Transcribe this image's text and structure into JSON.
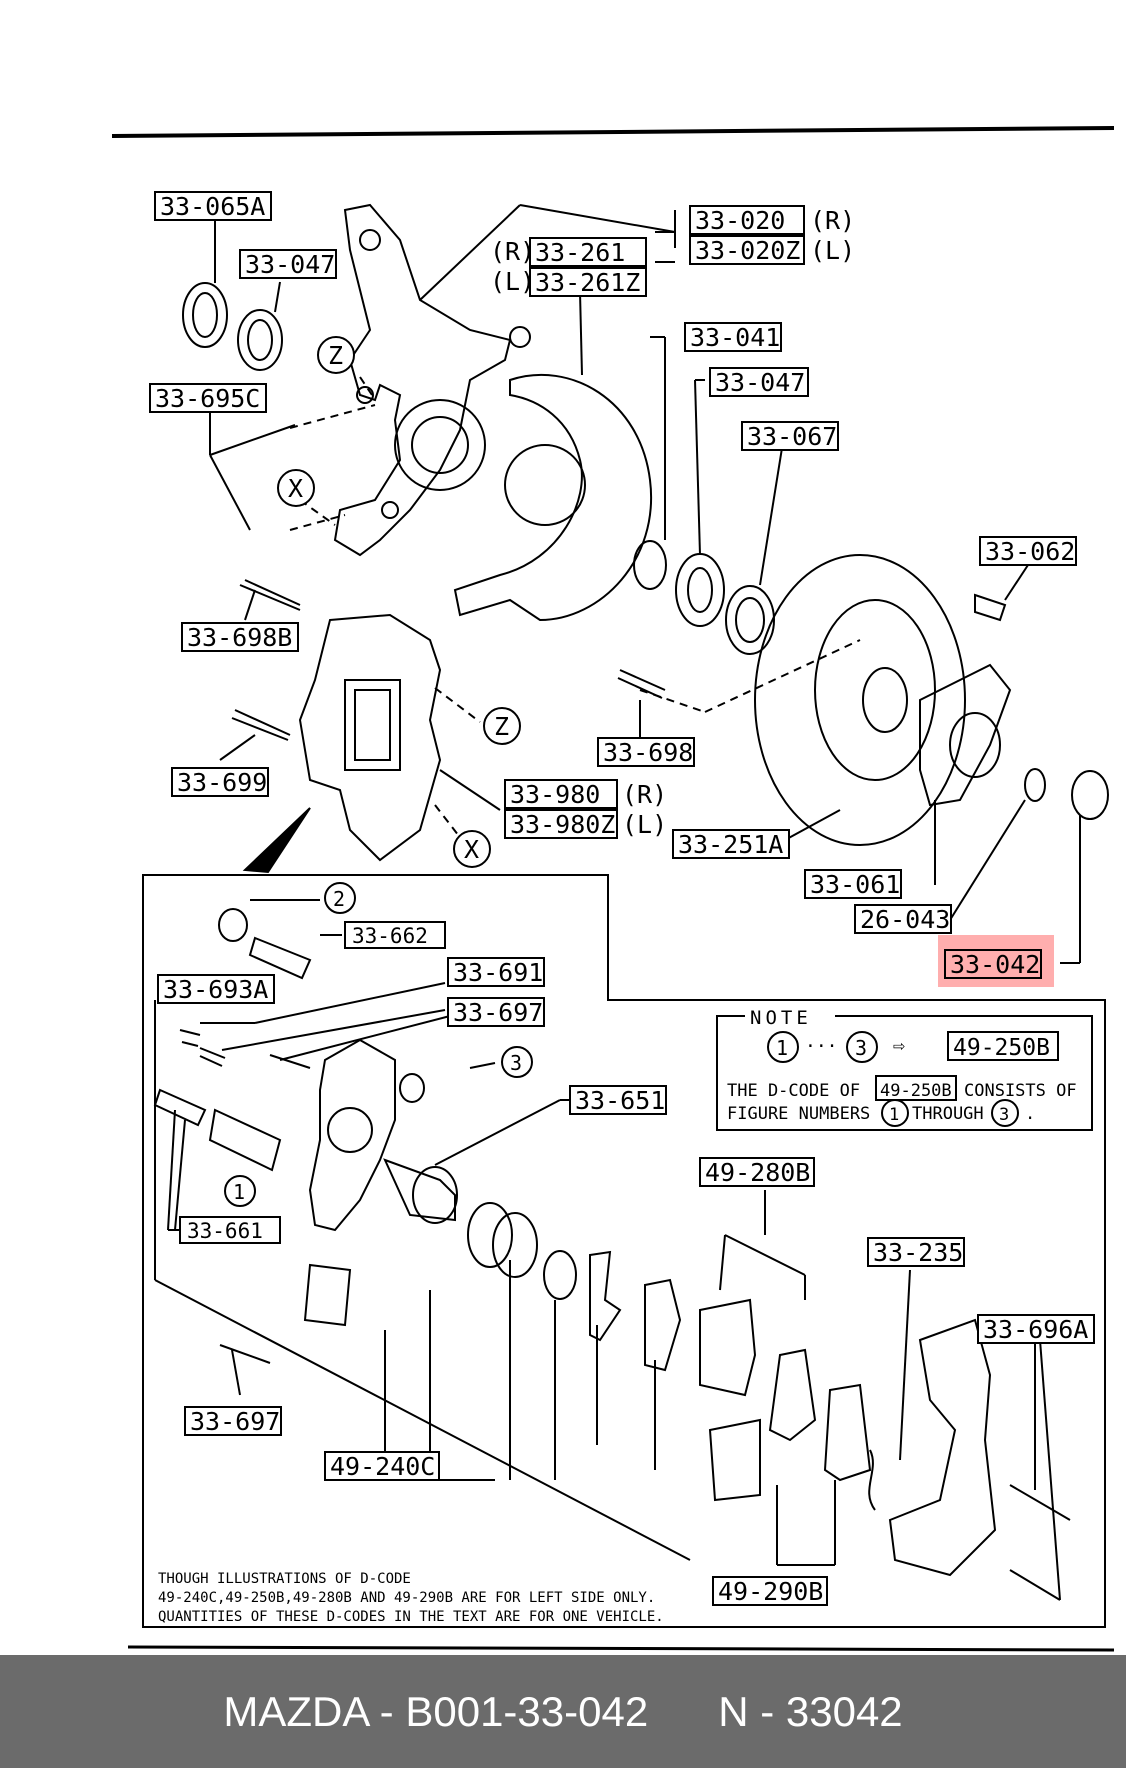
{
  "labels": {
    "p33_065A": "33-065A",
    "p33_047a": "33-047",
    "p33_020": "33-020",
    "r1": "(R)",
    "p33_020Z": "33-020Z",
    "l1": "(L)",
    "r2": "(R)",
    "p33_261": "33-261",
    "l2": "(L)",
    "p33_261Z": "33-261Z",
    "z1": "Z",
    "p33_695C": "33-695C",
    "x1": "X",
    "p33_041": "33-041",
    "p33_047b": "33-047",
    "p33_067": "33-067",
    "p33_062": "33-062",
    "p33_698B": "33-698B",
    "p33_698": "33-698",
    "z2": "Z",
    "p33_699": "33-699",
    "p33_980": "33-980",
    "r3": "(R)",
    "p33_980Z": "33-980Z",
    "l3": "(L)",
    "x2": "X",
    "p33_251A": "33-251A",
    "p33_061": "33-061",
    "p26_043": "26-043",
    "p33_042": "33-042",
    "c2a": "2",
    "p33_662": "33-662",
    "p33_693A": "33-693A",
    "p33_691": "33-691",
    "p33_697a": "33-697",
    "c3a": "3",
    "p33_651": "33-651",
    "c1a": "1",
    "p33_661": "33-661",
    "p49_280B": "49-280B",
    "p33_235": "33-235",
    "p33_696A": "33-696A",
    "p33_697b": "33-697",
    "p49_240C": "49-240C",
    "p49_290B": "49-290B"
  },
  "note": {
    "title": "NOTE",
    "c1": "1",
    "dots": "···",
    "c3": "3",
    "arrow": "⇨",
    "code": "49-250B",
    "line1_pre": "THE D-CODE OF",
    "line1_code": "49-250B",
    "line1_post": "CONSISTS OF",
    "line2_pre": "FIGURE NUMBERS",
    "line2_c1": "1",
    "line2_mid": "THROUGH",
    "line2_c3": "3",
    "line2_end": "."
  },
  "footnote": {
    "line1": "THOUGH ILLUSTRATIONS OF D-CODE",
    "line2": "49-240C,49-250B,49-280B AND 49-290B ARE FOR LEFT SIDE ONLY.",
    "line3": "QUANTITIES OF THESE D-CODES IN THE TEXT ARE FOR ONE VEHICLE."
  },
  "highlight_color": "#ff6b6b",
  "footer": {
    "brand_part": "MAZDA - B001-33-042",
    "n_part": "N - 33042"
  }
}
